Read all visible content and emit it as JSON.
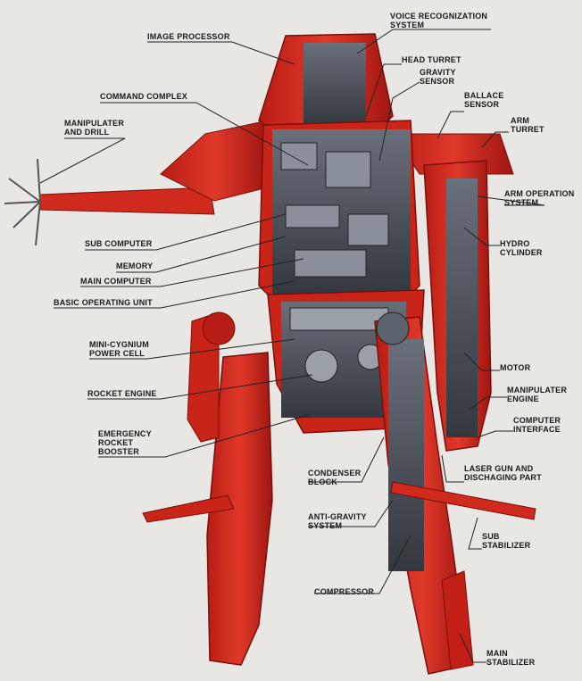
{
  "labels": {
    "voice_recognization": "VOICE RECOGNIZATION\nSYSTEM",
    "image_processor": "IMAGE PROCESSOR",
    "head_turret": "HEAD TURRET",
    "gravity_sensor": "GRAVITY\nSENSOR",
    "command_complex": "COMMAND COMPLEX",
    "ballace_sensor": "BALLACE\nSENSOR",
    "manipulater_and_drill": "MANIPULATER\nAND DRILL",
    "arm_turret": "ARM\nTURRET",
    "arm_operation_system": "ARM OPERATION\nSYSTEM",
    "sub_computer": "SUB COMPUTER",
    "hydro_cylinder": "HYDRO\nCYLINDER",
    "memory": "MEMORY",
    "main_computer": "MAIN COMPUTER",
    "basic_operating_unit": "BASIC OPERATING UNIT",
    "mini_cygnium_power_cell": "MINI-CYGNIUM\nPOWER CELL",
    "motor": "MOTOR",
    "rocket_engine": "ROCKET ENGINE",
    "manipulater_engine": "MANIPULATER\nENGINE",
    "computer_interface": "COMPUTER\nINTERFACE",
    "emergency_rocket_booster": "EMERGENCY\nROCKET\nBOOSTER",
    "laser_gun": "LASER GUN AND\nDISCHAGING PART",
    "condenser_block": "CONDENSER\nBLOCK",
    "anti_gravity_system": "ANTI-GRAVITY\nSYSTEM",
    "sub_stabilizer": "SUB\nSTABILIZER",
    "compressor": "COMPRESSOR",
    "main_stabilizer": "MAIN\nSTABILIZER"
  },
  "colors": {
    "hull_red": "#d32a1e",
    "hull_dark": "#8f1410",
    "machinery": "#4a4f58",
    "background": "#e9e7e3"
  }
}
